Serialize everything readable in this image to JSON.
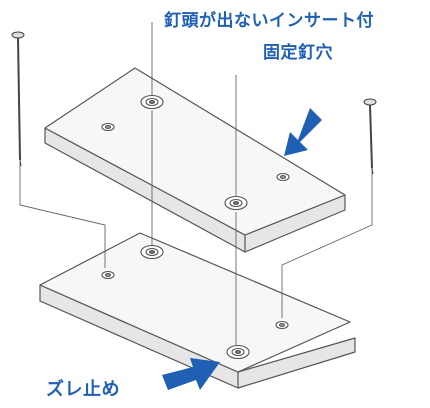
{
  "labels": {
    "insert_hole_line1": "釘頭が出ないインサート付",
    "insert_hole_line2": "固定釘穴",
    "anti_slip": "ズレ止め"
  },
  "colors": {
    "accent": "#1f5fb4",
    "line": "#555555",
    "board_top": "#f7f7f7",
    "board_side": "#e6e6e6"
  },
  "icons": [
    "nail-icon",
    "arrow-icon",
    "insert-hole-icon",
    "peg-icon"
  ]
}
